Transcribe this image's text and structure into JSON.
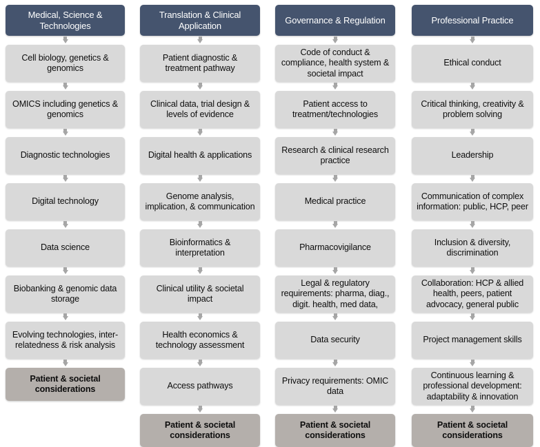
{
  "diagram": {
    "title": "Competency framework pillars flowchart",
    "colors": {
      "header_background": "#45546e",
      "header_text": "#ffffff",
      "process_background": "#d9d9d9",
      "process_text": "#0d0d0d",
      "terminal_background": "#b4afab",
      "terminal_text": "#0d0d0d",
      "arrow": "#a6a6a6",
      "page_background": "#ffffff"
    },
    "connector_icon": "arrow-down-icon",
    "columns": [
      {
        "header": "Medical, Science & Technologies",
        "nodes": [
          "Cell biology, genetics & genomics",
          "OMICS including genetics & genomics",
          "Diagnostic technologies",
          "Digital technology",
          "Data science",
          "Biobanking & genomic data storage",
          "Evolving technologies, inter-relatedness & risk analysis"
        ],
        "terminal": "Patient & societal considerations"
      },
      {
        "header": "Translation & Clinical Application",
        "nodes": [
          "Patient diagnostic & treatment pathway",
          "Clinical data, trial design & levels of evidence",
          "Digital health & applications",
          "Genome analysis, implication, & communication",
          "Bioinformatics & interpretation",
          "Clinical utility & societal impact",
          "Health economics & technology assessment",
          "Access pathways"
        ],
        "terminal": "Patient & societal considerations"
      },
      {
        "header": "Governance & Regulation",
        "nodes": [
          "Code of conduct & compliance, health system & societal impact",
          "Patient access to treatment/technologies",
          "Research & clinical research practice",
          "Medical practice",
          "Pharmacovigilance",
          "Legal & regulatory requirements: pharma, diag., digit. health, med data,",
          "Data security",
          "Privacy requirements: OMIC data"
        ],
        "terminal": "Patient & societal considerations"
      },
      {
        "header": "Professional Practice",
        "nodes": [
          "Ethical conduct",
          "Critical thinking, creativity & problem solving",
          "Leadership",
          "Communication of complex information: public, HCP, peer",
          "Inclusion & diversity, discrimination",
          "Collaboration: HCP & allied health, peers, patient advocacy, general public",
          "Project management skills",
          "Continuous learning & professional development: adaptability & innovation"
        ],
        "terminal": "Patient & societal considerations"
      }
    ]
  }
}
